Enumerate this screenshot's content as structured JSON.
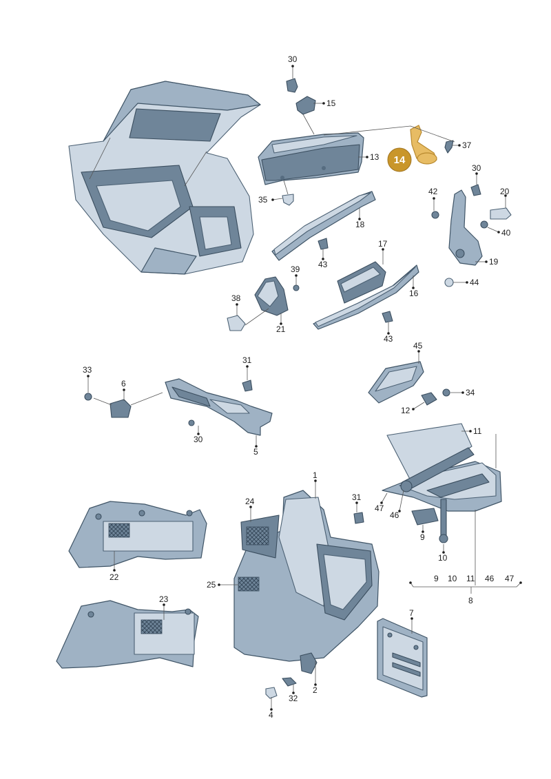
{
  "callouts": {
    "n1": "1",
    "n2": "2",
    "n4": "4",
    "n5": "5",
    "n6": "6",
    "n7": "7",
    "n8": "8",
    "n9": "9",
    "n10": "10",
    "n11": "11",
    "n12": "12",
    "n13": "13",
    "n15": "15",
    "n16": "16",
    "n17": "17",
    "n18": "18",
    "n19": "19",
    "n20": "20",
    "n21": "21",
    "n22": "22",
    "n23": "23",
    "n24": "24",
    "n25": "25",
    "n30a": "30",
    "n30b": "30",
    "n30c": "30",
    "n31a": "31",
    "n31b": "31",
    "n32": "32",
    "n33": "33",
    "n34": "34",
    "n35": "35",
    "n37": "37",
    "n38": "38",
    "n39": "39",
    "n40": "40",
    "n42": "42",
    "n43a": "43",
    "n43b": "43",
    "n44": "44",
    "n45": "45",
    "n46a": "46",
    "n47a": "47",
    "g9": "9",
    "g10": "10",
    "g11": "11",
    "g46": "46",
    "g47": "47"
  },
  "highlight": {
    "label": "14",
    "color": "#c9962b"
  },
  "colors": {
    "part": "#9fb2c4",
    "outline": "#3f5466",
    "text": "#1e1e1e"
  }
}
